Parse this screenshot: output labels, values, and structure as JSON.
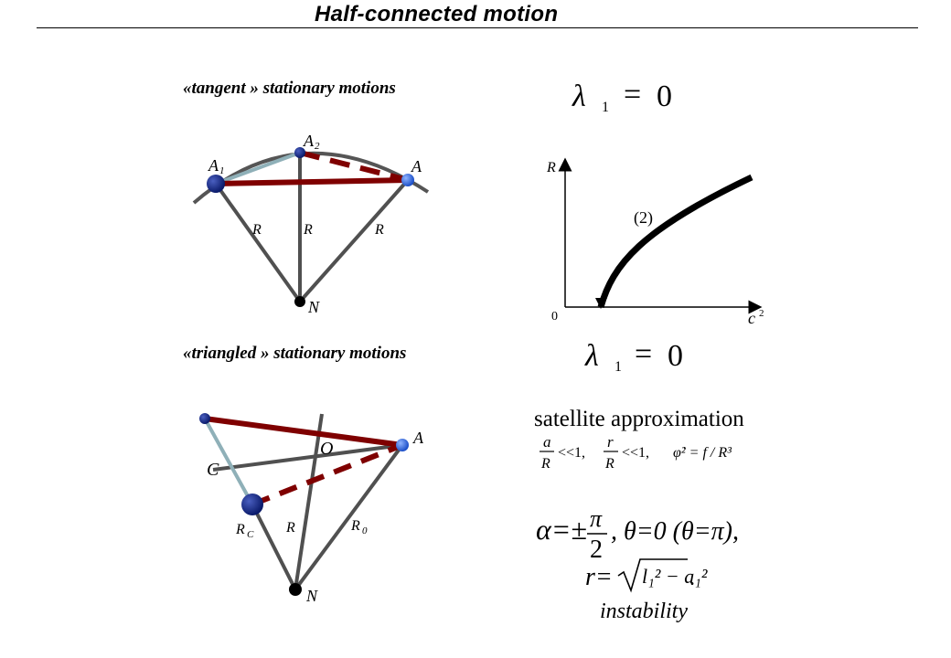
{
  "title": "Half-connected motion",
  "captions": {
    "tangent": "«tangent » stationary motions",
    "triangled": "«triangled » stationary motions"
  },
  "formulas": {
    "lambda_top": {
      "symbol": "λ",
      "subscript": "1",
      "equals": "=",
      "value": "0"
    },
    "lambda_bottom": {
      "symbol": "λ",
      "subscript": "1",
      "equals": "=",
      "value": "0"
    },
    "satellite_title": "satellite approximation",
    "cond_a_num": "a",
    "cond_a_den": "R",
    "cond_a_rel": "<<1,",
    "cond_r_num": "r",
    "cond_r_den": "R",
    "cond_r_rel": "<<1,",
    "cond_phi": "φ̇² = f / R³",
    "alpha_lhs": "α=±",
    "alpha_num": "π",
    "alpha_den": "2",
    "theta_part": ",   θ=0  (θ=π),",
    "r_lhs": "r=",
    "r_radicand": "l₁² − a₁²",
    "r_end": ".",
    "instability": "instability"
  },
  "diagram_top": {
    "labels": {
      "A1": "A",
      "A1_sub": "1",
      "A2": "A",
      "A2_sub": "2",
      "A": "A",
      "N": "N",
      "R": "R"
    }
  },
  "diagram_bottom": {
    "labels": {
      "A": "A",
      "O": "O",
      "C": "C",
      "RC": "R",
      "RC_sub": "C",
      "R": "R",
      "R0": "R",
      "R0_sub": "0",
      "N": "N"
    }
  },
  "chart": {
    "y_label": "R",
    "x_label": "c",
    "x_label_sup": "2",
    "origin_label": "0",
    "curve_label": "(2)"
  },
  "colors": {
    "arc": "#555555",
    "rod": "#7f0000",
    "light_rod": "#8fb0b8",
    "spoke": "#505050",
    "ball_dark": "#0a1a6a",
    "ball_light": "#2c5fd8"
  }
}
